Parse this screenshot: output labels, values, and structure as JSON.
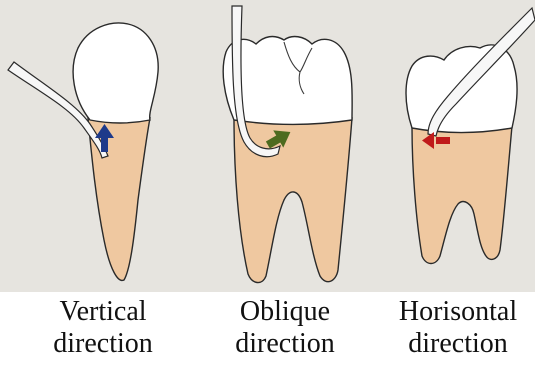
{
  "colors": {
    "background_paper": "#e6e4df",
    "root": "#efc8a0",
    "crown": "#ffffff",
    "outline": "#2a2a2a",
    "instrument_fill": "#f7f7f7",
    "arrow_vertical": "#1e3a8a",
    "arrow_oblique": "#4d6b1f",
    "arrow_horizontal": "#c01a1a"
  },
  "figures": [
    {
      "id": "vertical",
      "line1": "Vertical",
      "line2": "direction",
      "arrow_color_key": "arrow_vertical",
      "icon": "single-root-tooth-with-probe"
    },
    {
      "id": "oblique",
      "line1": "Oblique",
      "line2": "direction",
      "arrow_color_key": "arrow_oblique",
      "icon": "molar-tooth-with-curette"
    },
    {
      "id": "horizontal",
      "line1": "Horisontal",
      "line2": "direction",
      "arrow_color_key": "arrow_horizontal",
      "icon": "molar-tooth-with-scaler"
    }
  ]
}
